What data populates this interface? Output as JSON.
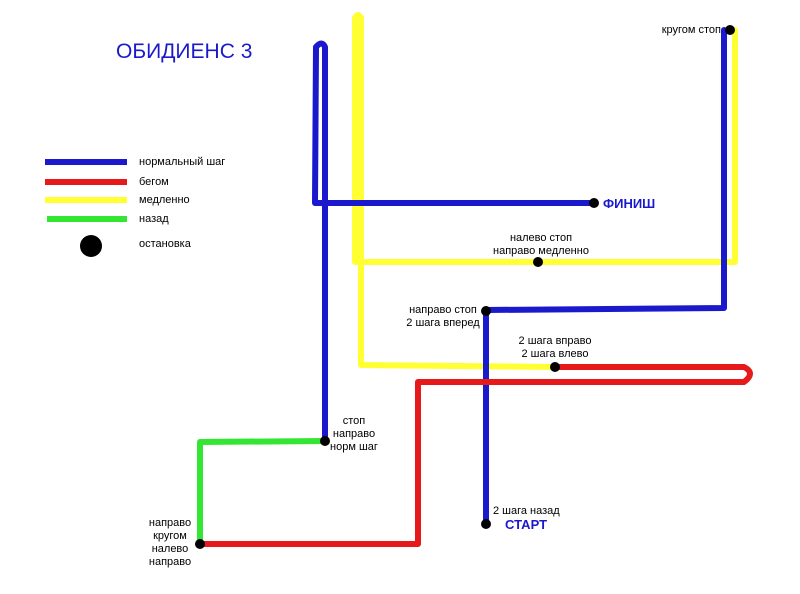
{
  "title": "ОБИДИЕНС 3",
  "colors": {
    "normal": "#1a1acc",
    "run": "#e61a1a",
    "slow": "#ffff33",
    "back": "#33e633",
    "stop": "#000000",
    "title": "#1a1acc"
  },
  "legend": [
    {
      "color_key": "normal",
      "label": "нормальный шаг"
    },
    {
      "color_key": "run",
      "label": "бегом"
    },
    {
      "color_key": "slow",
      "label": "медленно"
    },
    {
      "color_key": "back",
      "label": "назад"
    },
    {
      "color_key": "stop",
      "label": "остановка"
    }
  ],
  "endpoints": {
    "finish": "ФИНИШ",
    "start": "СТАРТ"
  },
  "annotations": {
    "turn_stop": [
      "кругом стоп"
    ],
    "left_stop_slow": [
      "налево стоп",
      "направо медленно"
    ],
    "right_stop_forward": [
      "направо стоп",
      "2 шага вперед"
    ],
    "steps_right_left": [
      "2 шага вправо",
      "2 шага влево"
    ],
    "stop_right_normal": [
      "стоп",
      "направо",
      "норм шаг"
    ],
    "right_turn_left_right": [
      "направо",
      "кругом",
      "налево",
      "направо"
    ],
    "two_steps_back": [
      "2 шага назад"
    ]
  }
}
